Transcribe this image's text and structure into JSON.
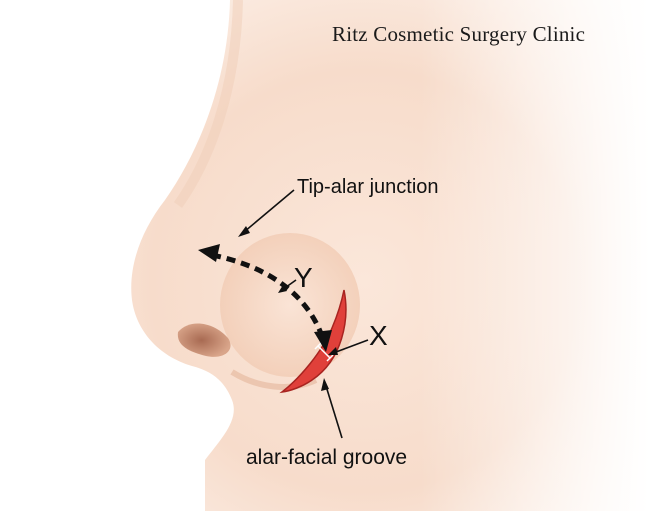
{
  "clinic_name": "Ritz Cosmetic Surgery Clinic",
  "labels": {
    "tip_alar_junction": "Tip-alar junction",
    "y": "Y",
    "x": "X",
    "alar_facial_groove": "alar-facial groove"
  },
  "colors": {
    "skin_light": "#fbe9de",
    "skin_mid": "#f5d4bf",
    "skin_shadow": "#e7b59a",
    "nostril": "#c98b6f",
    "incision_fill": "#e0403a",
    "incision_edge": "#a82420",
    "arrow": "#111111"
  }
}
